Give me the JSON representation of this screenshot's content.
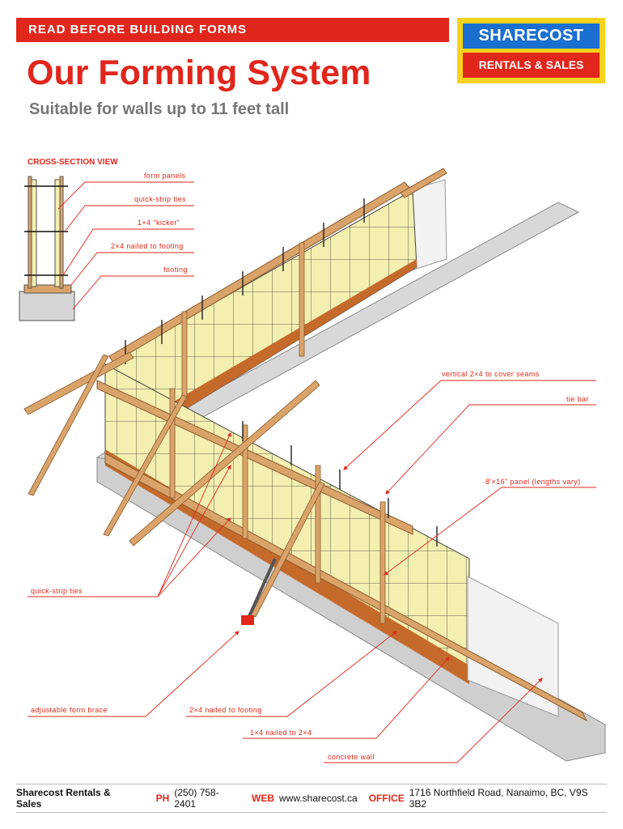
{
  "header": {
    "banner": "READ BEFORE BUILDING FORMS",
    "title": "Our Forming System",
    "subtitle": "Suitable for walls up to 11 feet tall"
  },
  "logo": {
    "top": "SHARECOST",
    "bottom": "RENTALS & SALES"
  },
  "cross_section": {
    "label": "CROSS-SECTION VIEW",
    "callouts": [
      "form panels",
      "quick-strip ties",
      "1×4 \"kicker\"",
      "2×4 nailed to footing",
      "footing"
    ]
  },
  "diagram_callouts": {
    "vertical": "vertical 2×4 to cover seams",
    "tie_bar": "tie bar",
    "panel": "8'×16\" panel (lengths vary)",
    "quick_strip": "quick-strip ties",
    "brace": "adjustable form brace",
    "nailed": "2×4 nailed to footing",
    "one_by_four": "1×4 nailed to 2×4",
    "concrete": "concrete wall"
  },
  "footer": {
    "business": "Sharecost Rentals & Sales",
    "ph_label": "PH",
    "phone": "(250) 758-2401",
    "web_label": "WEB",
    "web": "www.sharecost.ca",
    "office_label": "OFFICE",
    "address": "1716 Northfield Road, Nanaimo, BC, V9S 3B2"
  },
  "colors": {
    "red": "#e1261c",
    "blue": "#1a6fd0",
    "yellow": "#f6d21c",
    "panel": "#f3efb0",
    "wood": "#d9a36a"
  }
}
